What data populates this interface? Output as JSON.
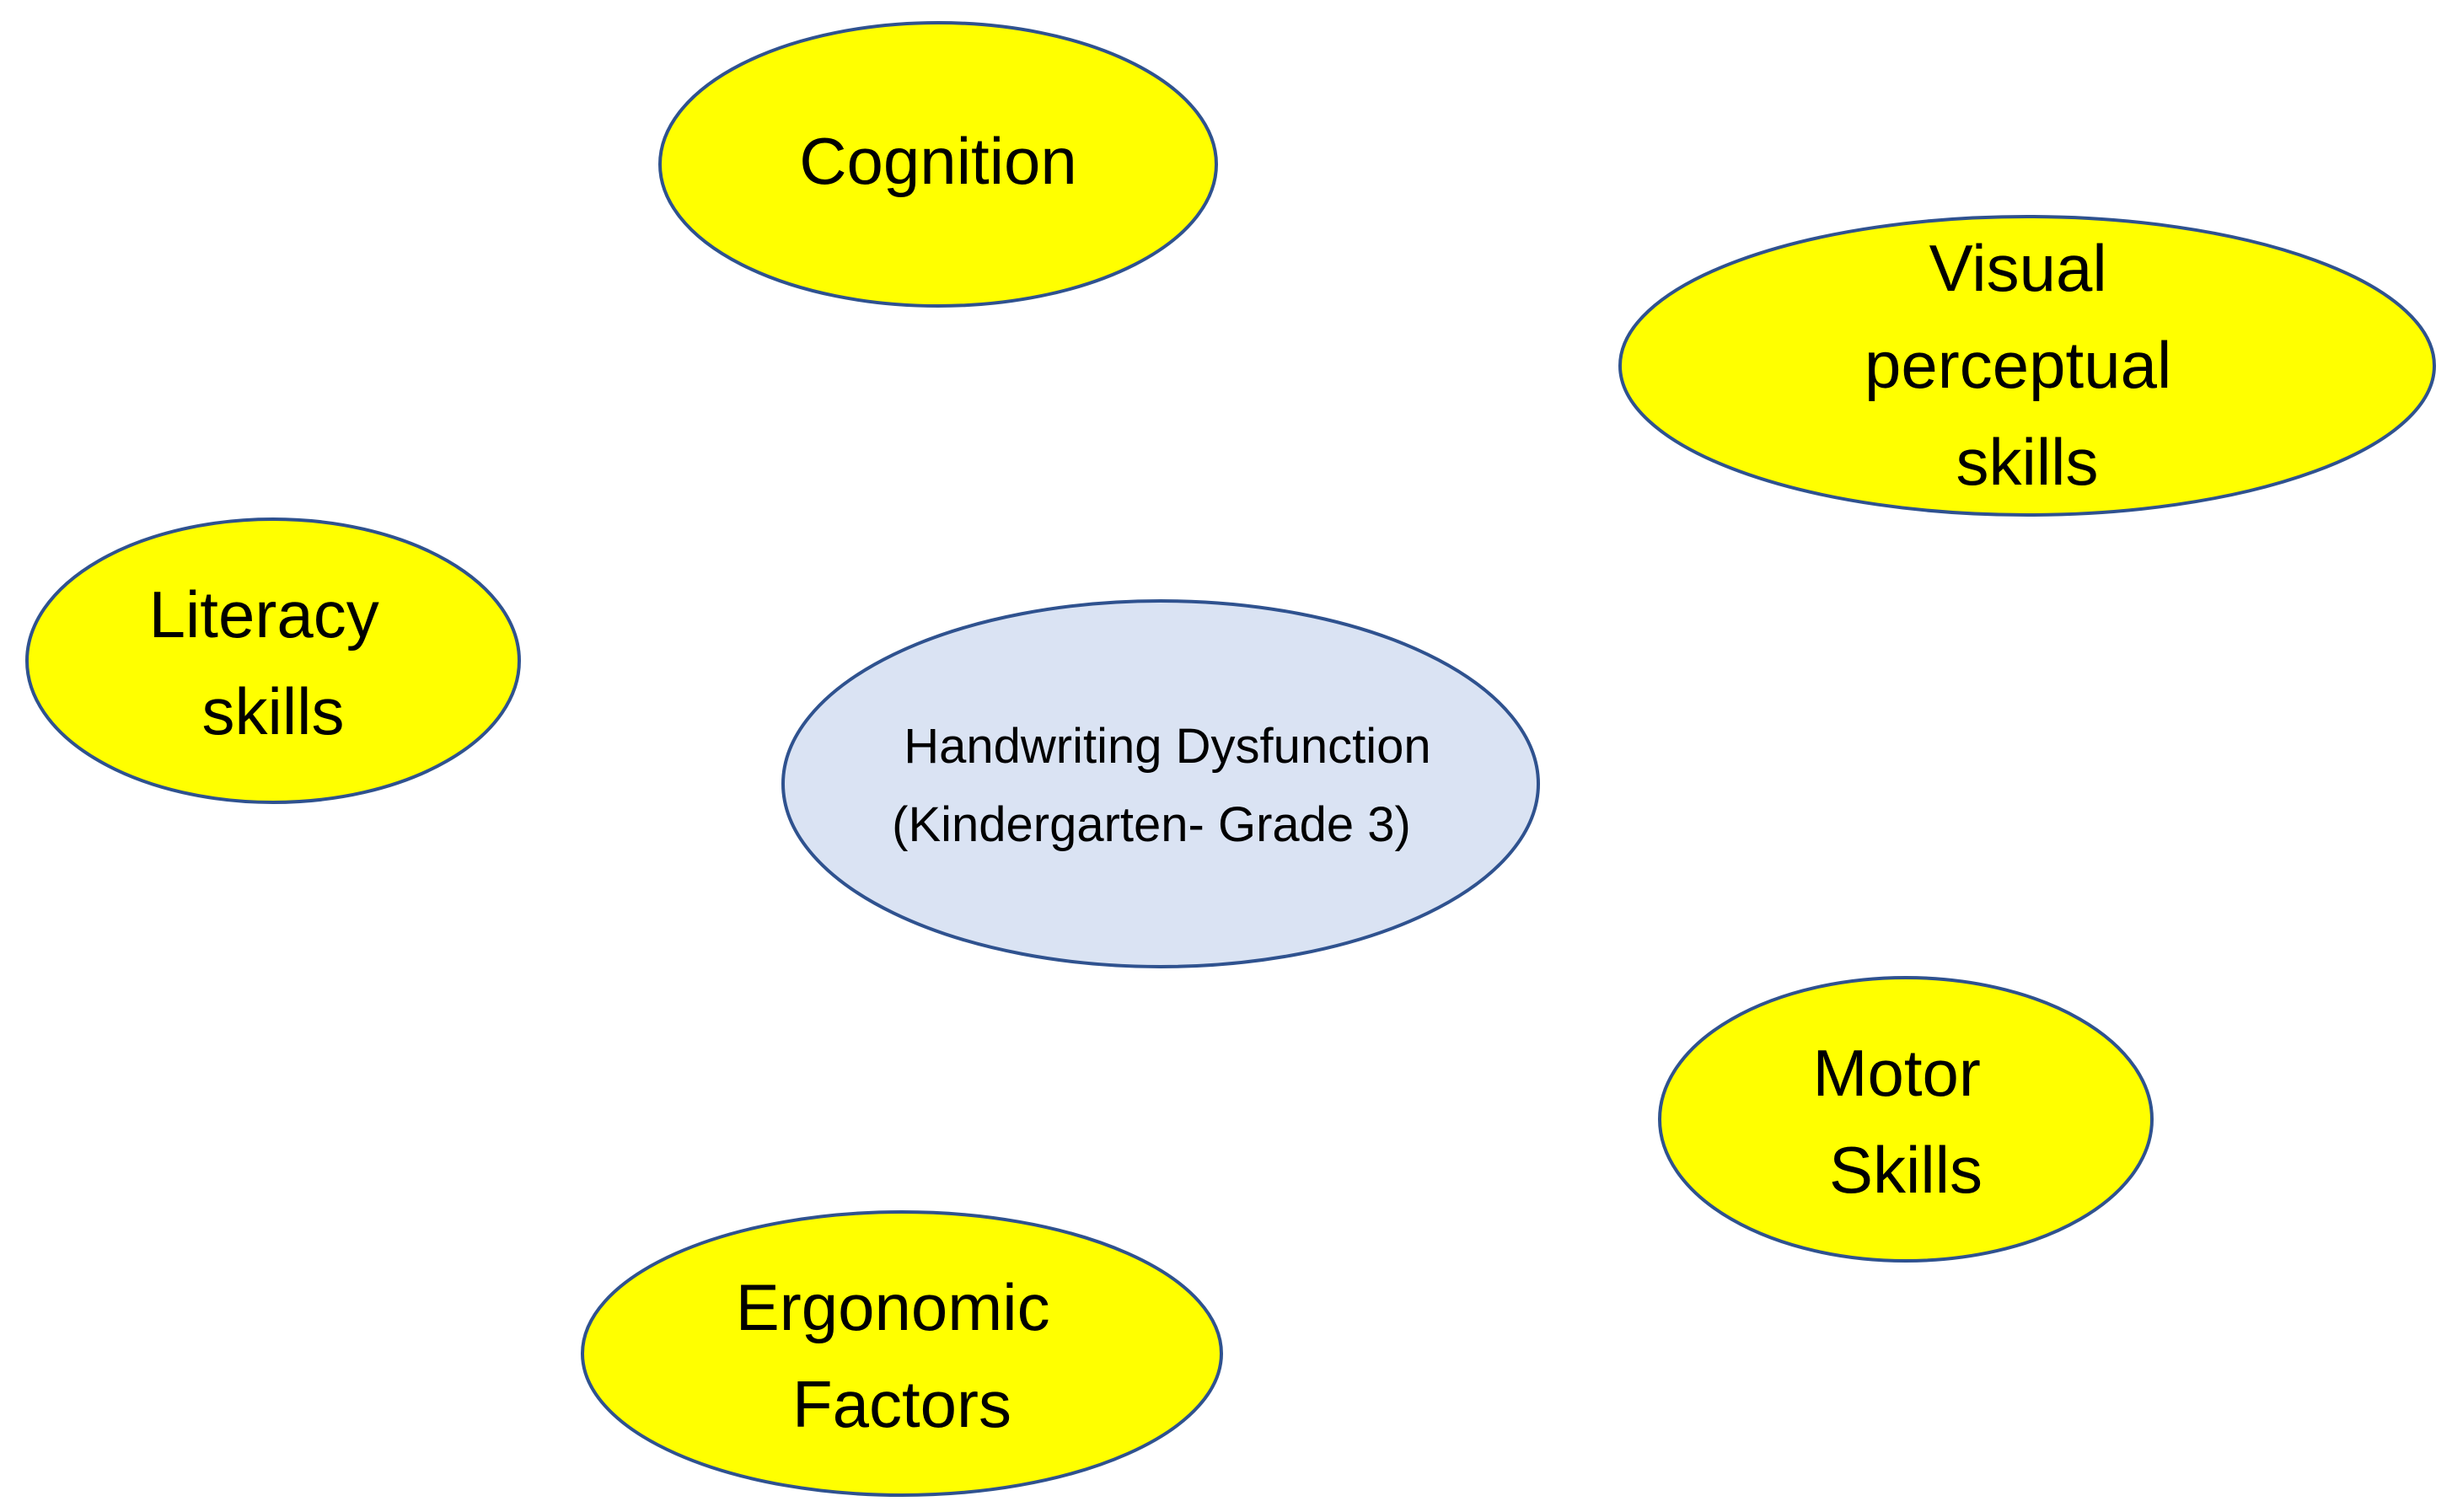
{
  "colors": {
    "background": "#ffffff",
    "outer_fill": "#ffff00",
    "center_fill": "#dae3f3",
    "stroke": "#2f528f",
    "text": "#000000"
  },
  "center": {
    "lines": [
      "Handwriting Dysfunction",
      "(Kindergarten- Grade 3)"
    ]
  },
  "factors": [
    {
      "id": "cognition",
      "lines": [
        "Cognition"
      ]
    },
    {
      "id": "visual",
      "lines": [
        "Visual",
        "perceptual",
        "skills"
      ]
    },
    {
      "id": "literacy",
      "lines": [
        "Literacy",
        "skills"
      ]
    },
    {
      "id": "motor",
      "lines": [
        "Motor",
        "Skills"
      ]
    },
    {
      "id": "ergonomic",
      "lines": [
        "Ergonomic",
        "Factors"
      ]
    }
  ]
}
